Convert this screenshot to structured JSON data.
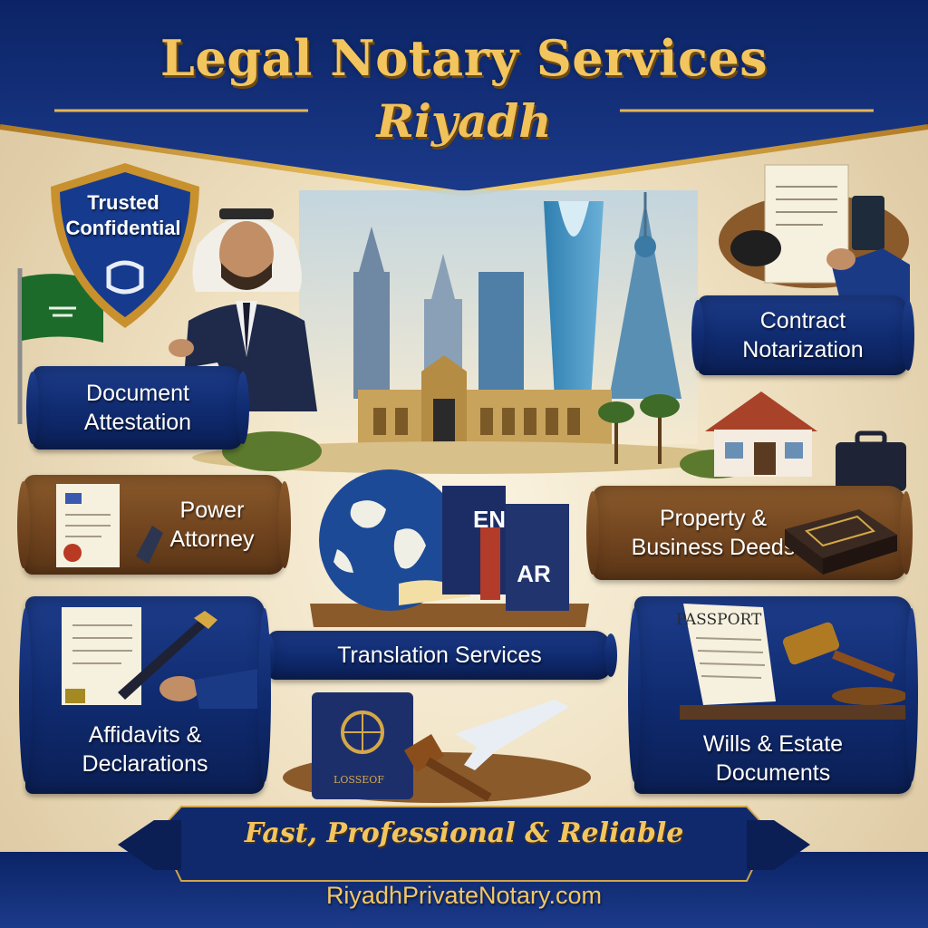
{
  "header": {
    "title": "Legal Notary Services",
    "subtitle": "Riyadh"
  },
  "badge": {
    "line1": "Trusted",
    "line2": "Confidential",
    "icon": "shield-icon"
  },
  "services": {
    "document_attestation": {
      "line1": "Document",
      "line2": "Attestation"
    },
    "contract_notarization": {
      "line1": "Contract",
      "line2": "Notarization"
    },
    "power_attorney": {
      "line1": "Power",
      "line2": "Attorney"
    },
    "property_deeds": {
      "line1": "Property &",
      "line2": "Business Deeds"
    },
    "translation": {
      "label": "Translation Services"
    },
    "affidavits": {
      "line1": "Affidavits &",
      "line2": "Declarations"
    },
    "wills": {
      "line1": "Wills & Estate",
      "line2": "Documents"
    }
  },
  "book_labels": {
    "en": "EN",
    "ar": "AR"
  },
  "document_labels": {
    "passport_paper": "PASSPORT",
    "passport_book": "LOSSEOF"
  },
  "footer": {
    "tagline": "Fast, Professional & Reliable",
    "website": "RiyadhPrivateNotary.com"
  },
  "colors": {
    "navy": "#0f2a6e",
    "gold": "#f3c55e",
    "brown": "#6f431e",
    "cream": "#f4ead2"
  }
}
